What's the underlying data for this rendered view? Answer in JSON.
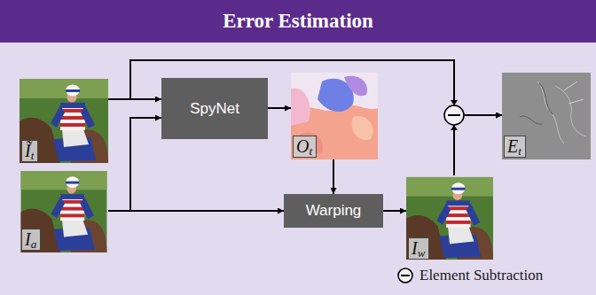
{
  "diagram": {
    "title": "Error Estimation",
    "nodes": [
      {
        "text": [
          "Ĩt"
        ]
      },
      {
        "text": [
          "SpyNet"
        ]
      },
      {
        "text": [
          "Ot"
        ]
      },
      {
        "text": [
          "Et"
        ]
      },
      {
        "text": [
          "Ia"
        ]
      },
      {
        "text": [
          "Warping"
        ]
      },
      {
        "text": [
          "Iw"
        ]
      }
    ],
    "edges": [
      {
        "from": 0,
        "to": 1,
        "arrow": "to"
      },
      {
        "from": 4,
        "to": 1,
        "arrow": "to"
      },
      {
        "from": 1,
        "to": 2,
        "arrow": "to"
      },
      {
        "from": 2,
        "to": 5,
        "arrow": "to"
      },
      {
        "from": 4,
        "to": 5,
        "arrow": "to"
      },
      {
        "from": 5,
        "to": 6,
        "arrow": "to"
      },
      {
        "from": 0,
        "to": 3,
        "arrow": "to"
      },
      {
        "from": 6,
        "to": 3,
        "arrow": "to"
      }
    ],
    "legend": [
      {
        "text": "Element Subtraction"
      }
    ]
  }
}
